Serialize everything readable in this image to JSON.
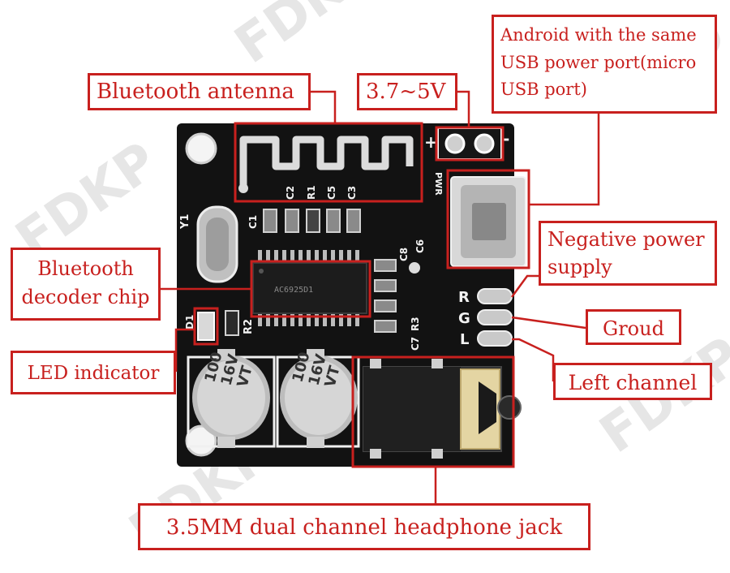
{
  "callouts": {
    "bluetooth_antenna": "Bluetooth antenna",
    "voltage": "3.7~5V",
    "android_usb": [
      "Android with the same",
      "USB power port(micro",
      "USB port)"
    ],
    "bluetooth_decoder": [
      "Bluetooth",
      "decoder chip"
    ],
    "led_indicator": "LED indicator",
    "negative_power": [
      "Negative power",
      "supply"
    ],
    "ground": "Groud",
    "left_channel": "Left channel",
    "headphone_jack": "3.5MM dual channel headphone jack"
  },
  "pcb": {
    "power_plus": "+",
    "power_minus": "-",
    "pwr_label": "PWR",
    "crystal_label": "Y1",
    "led_label": "D1",
    "chip_marking": "AC6925D1",
    "capacitor_left_value": "100",
    "capacitor_left_voltage": "16V",
    "capacitor_left_series": "VT",
    "capacitor_right_value": "100",
    "capacitor_right_voltage": "16V",
    "capacitor_right_series": "VT",
    "pin_r": "R",
    "pin_g": "G",
    "pin_l": "L",
    "ref_r1": "R1",
    "ref_r2": "R2",
    "ref_r3": "R3",
    "ref_c1": "C1",
    "ref_c2": "C2",
    "ref_c3": "C3",
    "ref_c5": "C5",
    "ref_c6": "C6",
    "ref_c7": "C7",
    "ref_c8": "C8"
  },
  "colors": {
    "callout": "#c8201e",
    "pcb": "#111111",
    "silkscreen": "#f2f2f2",
    "pad": "#c9c9c9"
  }
}
